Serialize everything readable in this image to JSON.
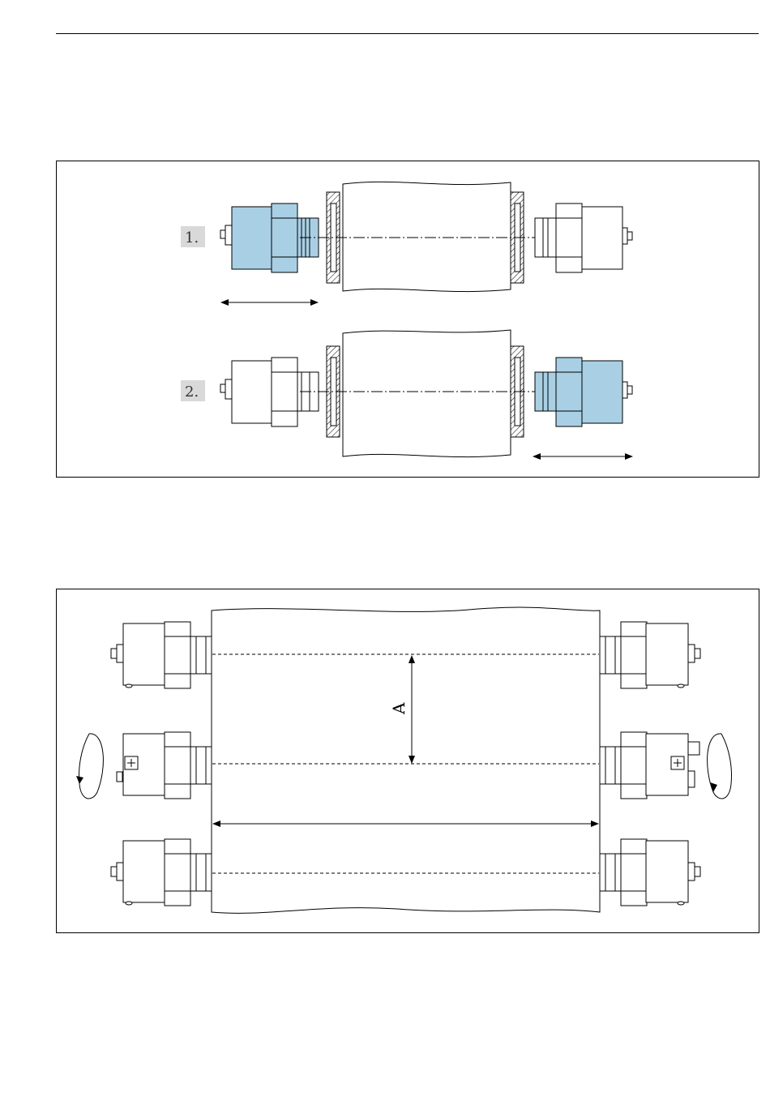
{
  "figure1": {
    "step1_label": "1.",
    "step2_label": "2."
  },
  "figure2": {
    "dimension_label": "A"
  },
  "colors": {
    "highlight": "#a9cfe4",
    "step_box": "#d9d9d9",
    "line": "#000000"
  }
}
